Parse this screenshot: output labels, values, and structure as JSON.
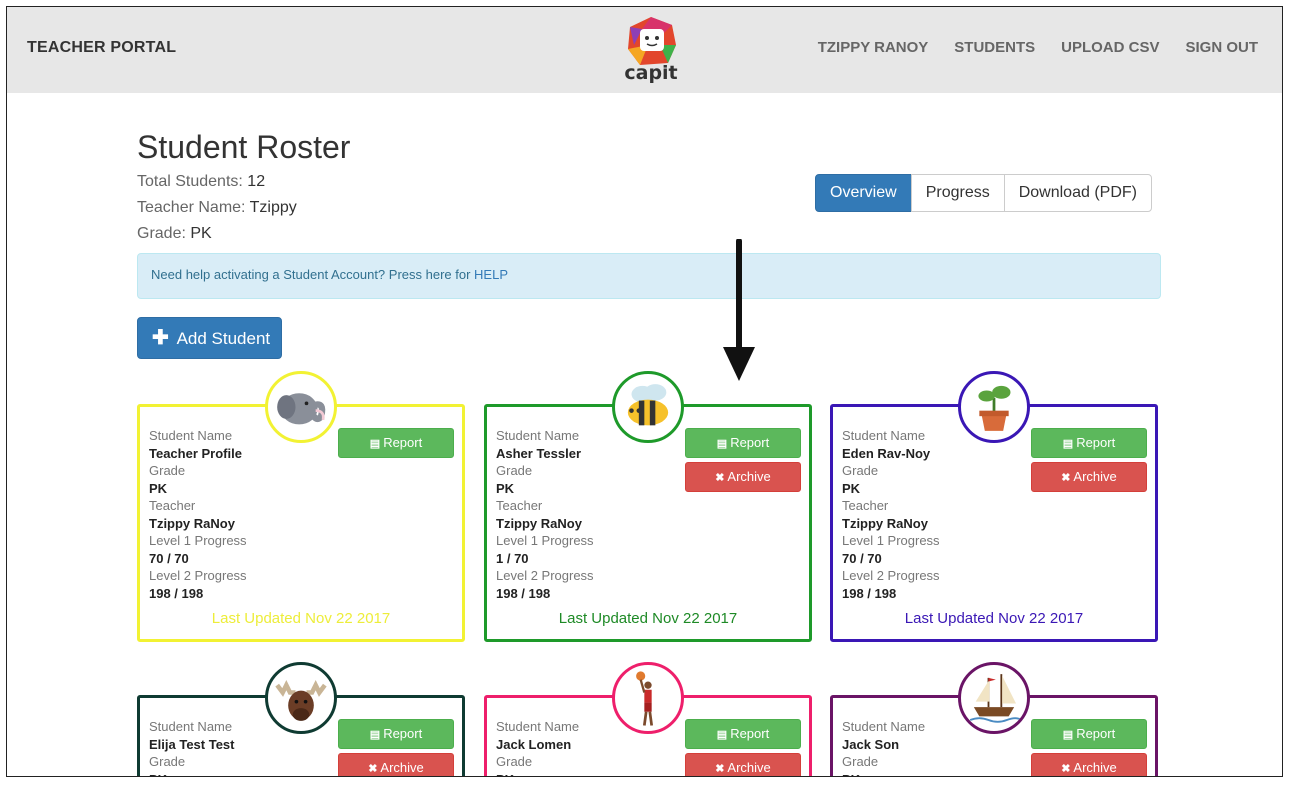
{
  "nav": {
    "brand": "TEACHER PORTAL",
    "logo_text": "capit",
    "links": [
      "TZIPPY RANOY",
      "STUDENTS",
      "UPLOAD CSV",
      "SIGN OUT"
    ]
  },
  "page": {
    "title": "Student Roster",
    "total_label": "Total Students:",
    "total_value": "12",
    "teacher_label": "Teacher Name:",
    "teacher_value": "Tzippy",
    "grade_label": "Grade:",
    "grade_value": "PK"
  },
  "view_tabs": [
    "Overview",
    "Progress",
    "Download (PDF)"
  ],
  "alert": {
    "text": "Need help activating a Student Account? Press here for ",
    "link": "HELP"
  },
  "add_button": "Add Student",
  "labels": {
    "student_name": "Student Name",
    "grade": "Grade",
    "teacher": "Teacher",
    "level1": "Level 1 Progress",
    "level2": "Level 2 Progress",
    "report": "Report",
    "archive": "Archive"
  },
  "students": [
    {
      "name": "Teacher Profile",
      "grade": "PK",
      "teacher": "Tzippy RaNoy",
      "level1": "70 / 70",
      "level2": "198 / 198",
      "updated": "Last Updated Nov 22 2017",
      "color": "#f2f233",
      "text_color": "#eded3a",
      "avatar": "elephant-icon"
    },
    {
      "name": "Asher Tessler",
      "grade": "PK",
      "teacher": "Tzippy RaNoy",
      "level1": "1 / 70",
      "level2": "198 / 198",
      "updated": "Last Updated Nov 22 2017",
      "color": "#1e9a2a",
      "text_color": "#1e8a26",
      "avatar": "bee-icon"
    },
    {
      "name": "Eden Rav-Noy",
      "grade": "PK",
      "teacher": "Tzippy RaNoy",
      "level1": "70 / 70",
      "level2": "198 / 198",
      "updated": "Last Updated Nov 22 2017",
      "color": "#3a17b5",
      "text_color": "#3a17b5",
      "avatar": "plant-icon"
    },
    {
      "name": "Elija Test Test",
      "grade": "PK",
      "color": "#0f3b32",
      "avatar": "moose-icon"
    },
    {
      "name": "Jack Lomen",
      "grade": "PK",
      "color": "#ee1f6b",
      "avatar": "basketball-player-icon"
    },
    {
      "name": "Jack Son",
      "grade": "PK",
      "color": "#6a1466",
      "avatar": "ship-icon"
    }
  ]
}
